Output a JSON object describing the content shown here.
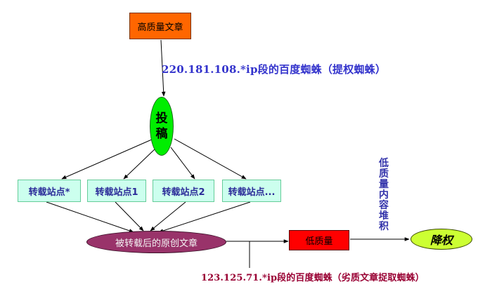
{
  "nodes": {
    "top": "高质量文章",
    "submit": [
      "投",
      "稿"
    ],
    "sites": [
      "转载站点*",
      "转载站点1",
      "转载站点2",
      "转载站点..."
    ],
    "reprinted": "被转载后的原创文章",
    "low_quality": "低质量",
    "demote": "降权"
  },
  "labels": {
    "spider_top": "220.181.108.*ip段的百度蜘蛛（提权蜘蛛）",
    "spider_bottom": "123.125.71.*ip段的百度蜘蛛（劣质文章捉取蜘蛛）",
    "accumulate": [
      "低",
      "质",
      "量",
      "内",
      "容",
      "堆",
      "积"
    ]
  },
  "colors": {
    "top_fill": "#ff6600",
    "submit_fill": "#00ee00",
    "site_fill": "#ccffee",
    "site_border": "#66cc99",
    "reprinted_fill": "#99336a",
    "low_fill": "#ff0000",
    "demote_fill": "#ccff33",
    "label_blue": "#3333cc",
    "label_red": "#990033",
    "vertical_text": "#3333aa"
  }
}
